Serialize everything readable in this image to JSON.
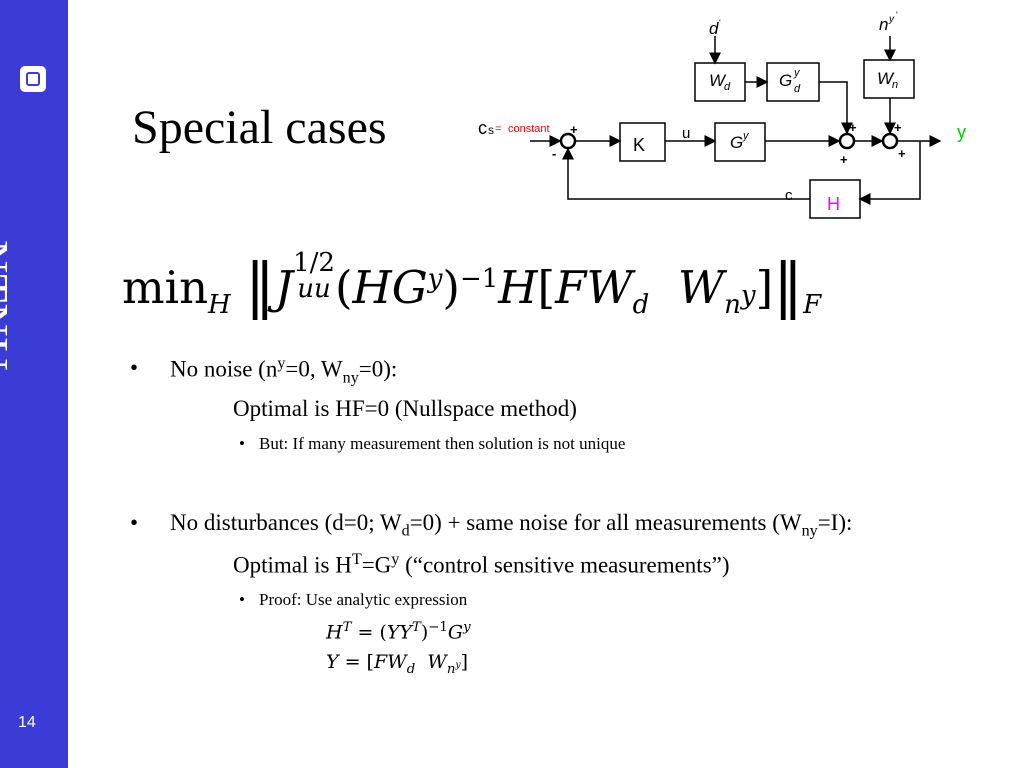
{
  "sidebar": {
    "logo_text": "NTNU",
    "page_number": "14"
  },
  "slide": {
    "title": "Special cases",
    "bullets": [
      {
        "prefix": "No noise (n",
        "sup": "y",
        "mid": "=0, W",
        "sub": "ny",
        "suffix": "=0):",
        "line_prefix": "Optimal is HF=0 (Nullspace method)",
        "note": "But: If many measurement then solution is not unique"
      },
      {
        "prefix": "No disturbances (d=0; W",
        "sub": "d",
        "mid": "=0) + same noise for all measurements (W",
        "sub2": "ny",
        "suffix": "=I):",
        "line_a": "Optimal is H",
        "line_sup": "T",
        "line_b": "=G",
        "line_sup2": "y",
        "line_c": " (“control sensitive measurements”)",
        "note": "Proof: Use analytic expression"
      }
    ]
  },
  "diagram": {
    "cs_main": "c",
    "cs_sub": "s",
    "cs_eq": " = ",
    "cs_const": "constant",
    "K": "K",
    "u": "u",
    "Gy_G": "G",
    "Gy_y": "y",
    "Wd_W": "W",
    "Wd_d": "d",
    "Gyd_G": "G",
    "Gyd_sup": "y",
    "Gyd_sub": "d",
    "Wn_W": "W",
    "Wn_n": "n",
    "d_in": "d",
    "d_prime": "'",
    "n_in": "n",
    "n_sup": "y",
    "n_prime": "'",
    "y": "y",
    "c": "c",
    "H": "H",
    "plus": "+",
    "minus": "-",
    "colors": {
      "cs_const": "#ff0000",
      "y": "#00cc00",
      "H": "#ff00ff"
    }
  }
}
